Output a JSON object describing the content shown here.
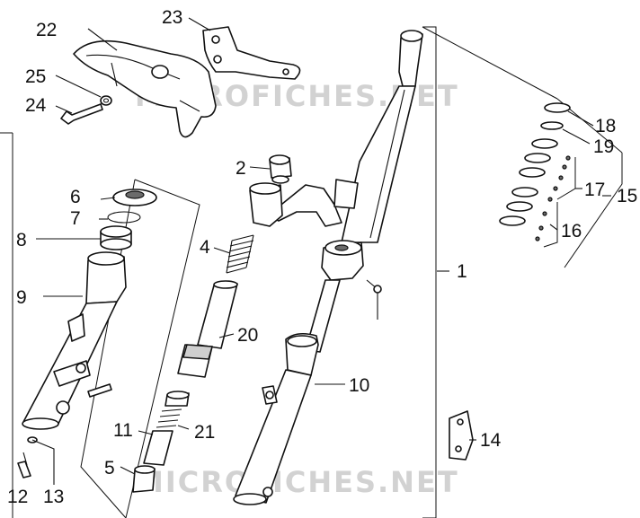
{
  "watermarks": [
    "MICROFICHES.NET",
    "MICROFICHES.NET"
  ],
  "callouts": [
    {
      "id": "1",
      "text": "1"
    },
    {
      "id": "2",
      "text": "2"
    },
    {
      "id": "4",
      "text": "4"
    },
    {
      "id": "5",
      "text": "5"
    },
    {
      "id": "6",
      "text": "6"
    },
    {
      "id": "7",
      "text": "7"
    },
    {
      "id": "8",
      "text": "8"
    },
    {
      "id": "9",
      "text": "9"
    },
    {
      "id": "10",
      "text": "10"
    },
    {
      "id": "11",
      "text": "11"
    },
    {
      "id": "12",
      "text": "12"
    },
    {
      "id": "13",
      "text": "13"
    },
    {
      "id": "14",
      "text": "14"
    },
    {
      "id": "15",
      "text": "15"
    },
    {
      "id": "16",
      "text": "16"
    },
    {
      "id": "17",
      "text": "17"
    },
    {
      "id": "18",
      "text": "18"
    },
    {
      "id": "19",
      "text": "19"
    },
    {
      "id": "20",
      "text": "20"
    },
    {
      "id": "21",
      "text": "21"
    },
    {
      "id": "22",
      "text": "22"
    },
    {
      "id": "23",
      "text": "23"
    },
    {
      "id": "24",
      "text": "24"
    },
    {
      "id": "25",
      "text": "25"
    }
  ]
}
